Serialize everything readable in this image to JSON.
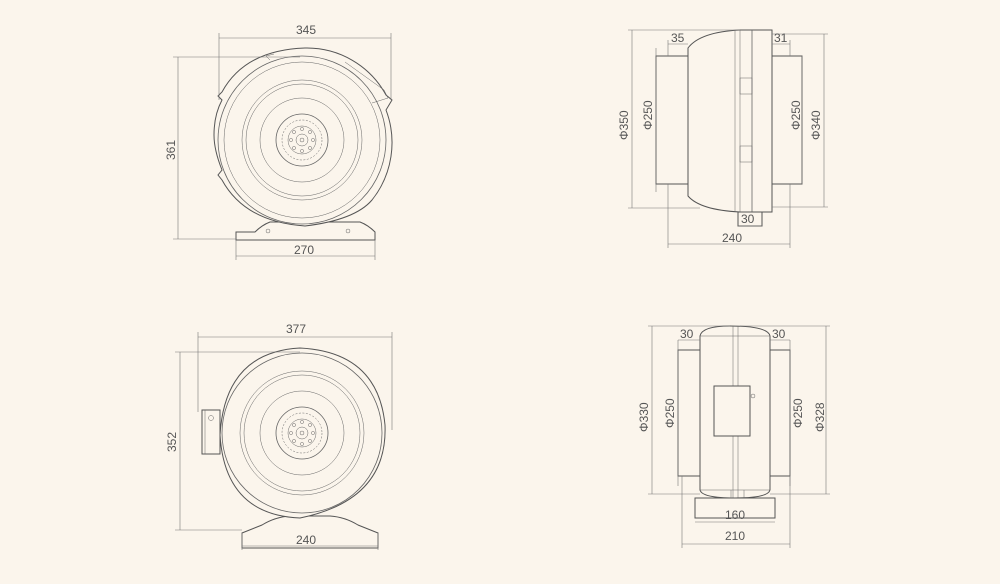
{
  "drawing": {
    "view_top_left": {
      "width": "345",
      "height": "361",
      "base": "270"
    },
    "view_top_right": {
      "outer_dia": "Φ350",
      "in_dia": "Φ250",
      "out_dia": "Φ250",
      "flange_dia": "Φ340",
      "left_collar": "35",
      "right_collar": "31",
      "base_height": "30",
      "length": "240"
    },
    "view_bottom_left": {
      "width": "377",
      "height": "352",
      "base": "240"
    },
    "view_bottom_right": {
      "outer_dia": "Φ330",
      "in_dia": "Φ250",
      "out_dia": "Φ250",
      "flange_dia": "Φ328",
      "left_collar": "30",
      "right_collar": "30",
      "base_inner": "160",
      "base_outer": "210"
    }
  },
  "colors": {
    "background": "#fbf5ec",
    "line": "#666666"
  }
}
